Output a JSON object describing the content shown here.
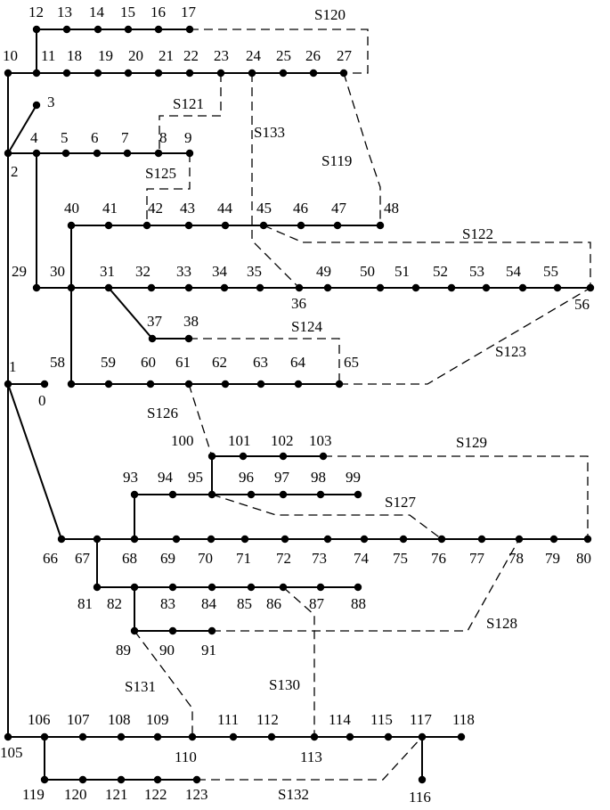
{
  "nodes": [
    "0",
    "1",
    "2",
    "3",
    "4",
    "5",
    "6",
    "7",
    "8",
    "9",
    "10",
    "11",
    "12",
    "13",
    "14",
    "15",
    "16",
    "17",
    "18",
    "19",
    "20",
    "21",
    "22",
    "23",
    "24",
    "25",
    "26",
    "27",
    "29",
    "30",
    "31",
    "32",
    "33",
    "34",
    "35",
    "36",
    "37",
    "38",
    "40",
    "41",
    "42",
    "43",
    "44",
    "45",
    "46",
    "47",
    "48",
    "49",
    "50",
    "51",
    "52",
    "53",
    "54",
    "55",
    "56",
    "58",
    "59",
    "60",
    "61",
    "62",
    "63",
    "64",
    "65",
    "66",
    "67",
    "68",
    "69",
    "70",
    "71",
    "72",
    "73",
    "74",
    "75",
    "76",
    "77",
    "78",
    "79",
    "80",
    "81",
    "82",
    "83",
    "84",
    "85",
    "86",
    "87",
    "88",
    "89",
    "90",
    "91",
    "93",
    "94",
    "95",
    "96",
    "97",
    "98",
    "99",
    "100",
    "101",
    "102",
    "103",
    "105",
    "106",
    "107",
    "108",
    "109",
    "110",
    "111",
    "112",
    "113",
    "114",
    "115",
    "116",
    "117",
    "118",
    "119",
    "120",
    "121",
    "122",
    "123"
  ],
  "switches": [
    "S119",
    "S120",
    "S121",
    "S122",
    "S123",
    "S124",
    "S125",
    "S126",
    "S127",
    "S128",
    "S129",
    "S130",
    "S131",
    "S132",
    "S133"
  ]
}
